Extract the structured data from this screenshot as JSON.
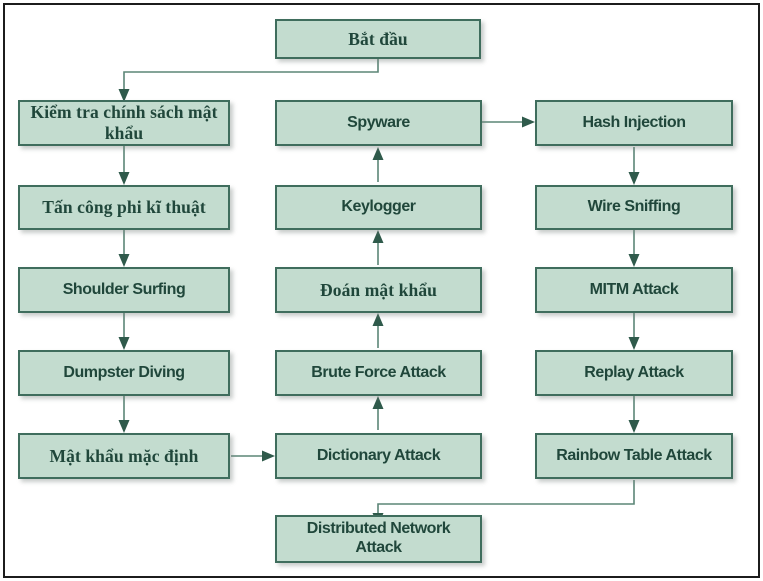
{
  "diagram": {
    "title": "Password Attack Techniques Flowchart",
    "background_color": "#ffffff",
    "frame_border_color": "#1c1c1c",
    "node_fill_color": "#c3dccf",
    "node_border_color": "#3f6d5d",
    "node_text_color": "#20473b",
    "connector_color": "#5c8577"
  },
  "nodes": {
    "start": {
      "label": "Bắt đầu",
      "script": "vi"
    },
    "l1": {
      "label": "Kiểm tra chính sách mật khẩu",
      "script": "vi"
    },
    "l2": {
      "label": "Tấn công phi kĩ thuật",
      "script": "vi"
    },
    "l3": {
      "label": "Shoulder Surfing",
      "script": "en"
    },
    "l4": {
      "label": "Dumpster Diving",
      "script": "en"
    },
    "l5": {
      "label": "Mật khẩu mặc định",
      "script": "vi"
    },
    "m1": {
      "label": "Spyware",
      "script": "en"
    },
    "m2": {
      "label": "Keylogger",
      "script": "en"
    },
    "m3": {
      "label": "Đoán mật khẩu",
      "script": "vi"
    },
    "m4": {
      "label": "Brute Force Attack",
      "script": "en"
    },
    "m5": {
      "label": "Dictionary Attack",
      "script": "en"
    },
    "m6": {
      "label": "Distributed Network Attack",
      "script": "en"
    },
    "r1": {
      "label": "Hash Injection",
      "script": "en"
    },
    "r2": {
      "label": "Wire Sniffing",
      "script": "en"
    },
    "r3": {
      "label": "MITM Attack",
      "script": "en"
    },
    "r4": {
      "label": "Replay Attack",
      "script": "en"
    },
    "r5": {
      "label": "Rainbow Table Attack",
      "script": "en"
    }
  },
  "edges": [
    {
      "from": "start",
      "to": "l1",
      "kind": "elbow-down-left-down"
    },
    {
      "from": "l1",
      "to": "l2",
      "kind": "down"
    },
    {
      "from": "l2",
      "to": "l3",
      "kind": "down"
    },
    {
      "from": "l3",
      "to": "l4",
      "kind": "down"
    },
    {
      "from": "l4",
      "to": "l5",
      "kind": "down"
    },
    {
      "from": "l5",
      "to": "m5",
      "kind": "right"
    },
    {
      "from": "m5",
      "to": "m4",
      "kind": "up"
    },
    {
      "from": "m4",
      "to": "m3",
      "kind": "up"
    },
    {
      "from": "m3",
      "to": "m2",
      "kind": "up"
    },
    {
      "from": "m2",
      "to": "m1",
      "kind": "up"
    },
    {
      "from": "m1",
      "to": "r1",
      "kind": "right"
    },
    {
      "from": "r1",
      "to": "r2",
      "kind": "down"
    },
    {
      "from": "r2",
      "to": "r3",
      "kind": "down"
    },
    {
      "from": "r3",
      "to": "r4",
      "kind": "down"
    },
    {
      "from": "r4",
      "to": "r5",
      "kind": "down"
    },
    {
      "from": "r5",
      "to": "m6",
      "kind": "elbow-down-left-down"
    }
  ]
}
